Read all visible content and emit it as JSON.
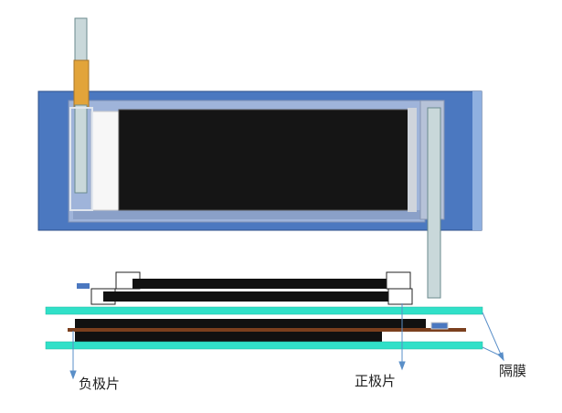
{
  "labels": {
    "anode": "负极片",
    "cathode": "正极片",
    "separator": "隔膜"
  },
  "colors": {
    "pouch_blue": "#4b78c0",
    "pouch_inner": "#a0b6de",
    "electrode_black": "#111111",
    "separator_cyan": "#30e0c8",
    "tab_orange": "#e2a43a",
    "tab_grey": "#c9d8da",
    "copper_strip": "#7b3f1e",
    "arrow": "#5a8fc8"
  }
}
